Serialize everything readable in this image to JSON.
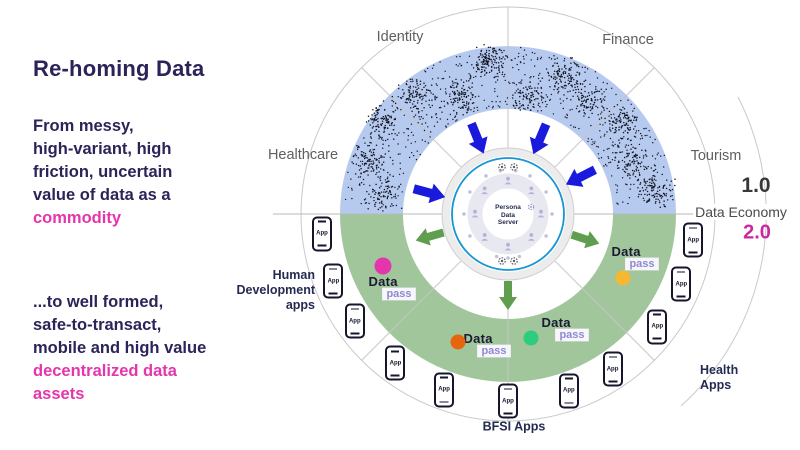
{
  "slide": {
    "title": "Re-homing Data",
    "intro": {
      "lines": [
        "From messy,",
        "high-variant, high",
        "friction, uncertain",
        "value of data as a"
      ],
      "highlight": "commodity"
    },
    "outro": {
      "lines": [
        "...to well formed,",
        "safe-to-transact,",
        "mobile and high value"
      ],
      "highlight1": "decentralized data",
      "highlight2": "assets"
    }
  },
  "diagram": {
    "sectors": {
      "identity": "Identity",
      "finance": "Finance",
      "healthcare": "Healthcare",
      "tourism": "Tourism"
    },
    "economy": {
      "old_version": "1.0",
      "label": "Data Economy",
      "new_version": "2.0"
    },
    "hub": {
      "line1": "Persona",
      "line2": "Data",
      "line3": "Server"
    },
    "groups": {
      "human_dev_line1": "Human",
      "human_dev_line2": "Development",
      "human_dev_line3": "apps",
      "health_line1": "Health",
      "health_line2": "Apps",
      "bfsi": "BFSI Apps"
    },
    "phone_label": "App",
    "datapass": {
      "brand": "Data",
      "product": "pass"
    },
    "colors": {
      "band_messy_blue": "#b6c9ee",
      "band_asset_green": "#a2c69c",
      "arrow_inward_blue": "#1a1add",
      "arrow_outward_green": "#5f9e4e",
      "accent_pink": "#e435ad",
      "navy_text": "#2d2358",
      "hub_ring_blue": "#1895d3",
      "scatter_dot": "#141824",
      "dot_pink": "#e435ad",
      "dot_orange": "#e8650f",
      "dot_green": "#2ecc7f",
      "dot_yellow": "#f6b731"
    }
  }
}
